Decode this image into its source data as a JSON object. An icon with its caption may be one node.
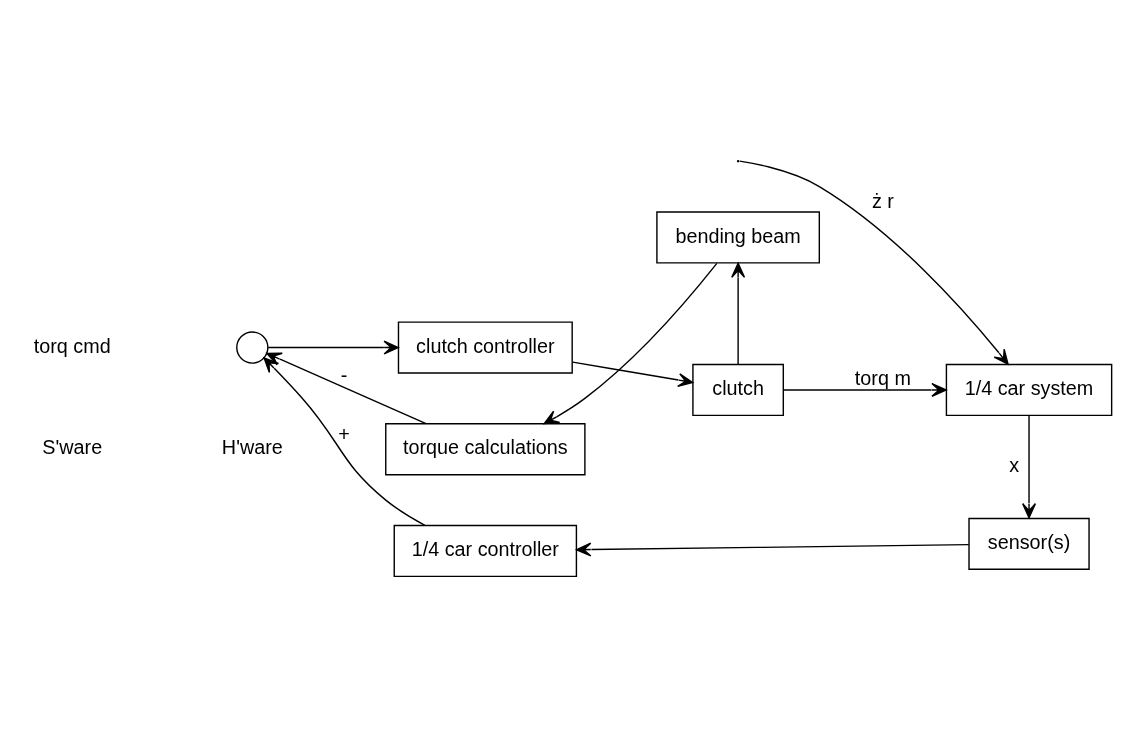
{
  "diagram": {
    "nodes": [
      {
        "text": [],
        "shape": "circle"
      },
      {
        "text": [
          "clutch controller"
        ]
      },
      {
        "text": [
          "clutch"
        ]
      },
      {
        "text": [
          "1/4 car system"
        ]
      },
      {
        "text": [
          "torque calculations"
        ]
      },
      {
        "text": [
          "bending beam"
        ]
      },
      {
        "text": [
          "sensor(s)"
        ]
      },
      {
        "text": [
          "1/4 car controller"
        ]
      }
    ],
    "edges": [
      {
        "from": 0,
        "to": 1,
        "arrow": "to"
      },
      {
        "from": 1,
        "to": 2,
        "arrow": "to"
      },
      {
        "from": 2,
        "to": 3,
        "arrow": "to",
        "label": "torq m"
      },
      {
        "from": null,
        "to": 3,
        "arrow": "to",
        "label": "ż r"
      },
      {
        "from": 2,
        "to": 5,
        "arrow": "to"
      },
      {
        "from": 5,
        "to": 4,
        "arrow": "to"
      },
      {
        "from": 4,
        "to": 0,
        "arrow": "to",
        "label": "-"
      },
      {
        "from": 3,
        "to": 6,
        "arrow": "to",
        "label": "x"
      },
      {
        "from": 6,
        "to": 7,
        "arrow": "to"
      },
      {
        "from": 7,
        "to": 0,
        "arrow": "to",
        "label": "+"
      }
    ],
    "labels": [
      "S'ware",
      "H'ware",
      "torq cmd"
    ]
  }
}
